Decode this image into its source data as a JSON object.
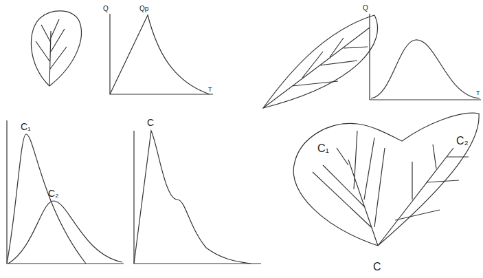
{
  "diagram": {
    "labels": [
      "Q",
      "Qp",
      "T",
      "Q",
      "T",
      "C₁",
      "C₂",
      "C",
      "C₁",
      "C₂",
      "C"
    ]
  }
}
